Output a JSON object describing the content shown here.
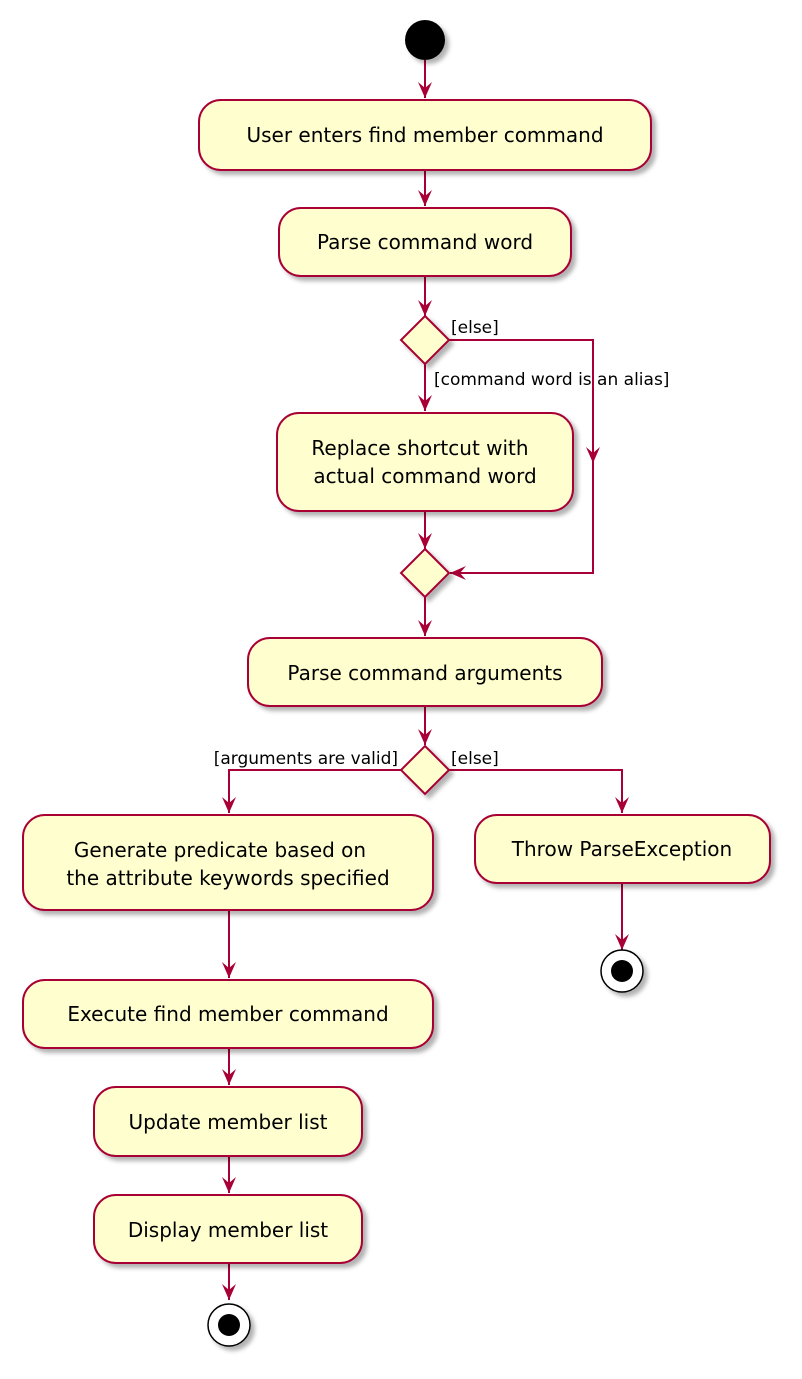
{
  "colors": {
    "line": "#a80036",
    "fill": "#fefece",
    "shadow": "#d8d8d8",
    "start": "#000000"
  },
  "activities": {
    "enter_command": [
      "User enters find member command"
    ],
    "parse_word": [
      "Parse command word"
    ],
    "replace_shortcut": [
      "Replace shortcut with",
      "actual command word"
    ],
    "parse_args": [
      "Parse command arguments"
    ],
    "generate_predicate": [
      "Generate predicate based on",
      "the attribute keywords specified"
    ],
    "throw_exception": [
      "Throw ParseException"
    ],
    "execute_command": [
      "Execute find member command"
    ],
    "update_list": [
      "Update member list"
    ],
    "display_list": [
      "Display member list"
    ]
  },
  "guards": {
    "alias_else": "[else]",
    "alias_true": "[command word is an alias]",
    "args_valid": "[arguments are valid]",
    "args_else": "[else]"
  }
}
